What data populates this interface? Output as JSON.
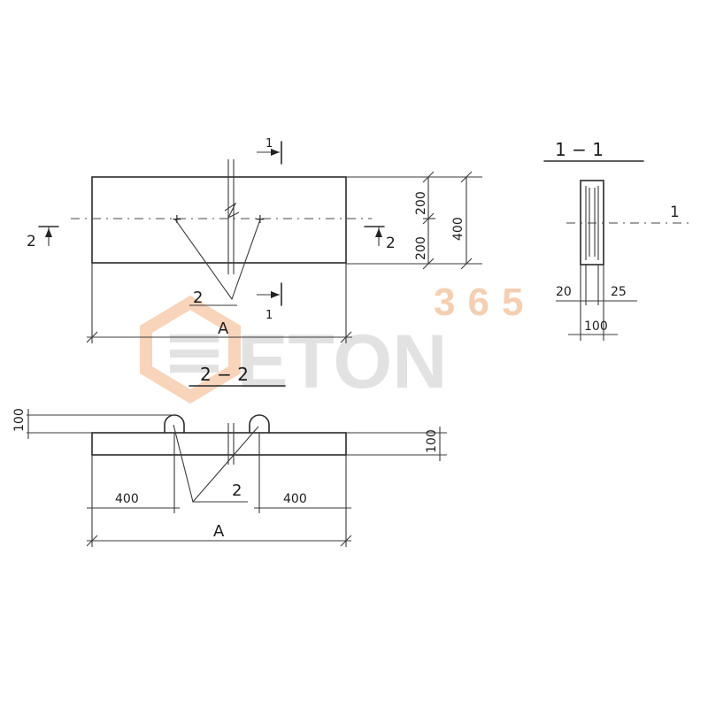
{
  "watermark": {
    "brand_number": "365",
    "brand_word": "ETON",
    "number_color": "#f2c4a0",
    "word_color": "#d6d6d6",
    "hex_color": "#f6c6a4"
  },
  "plan_view": {
    "section_marker_top": "1",
    "section_marker_bottom": "1",
    "section_marker_left": "2",
    "section_marker_right": "2",
    "dim_upper": "200",
    "dim_lower": "200",
    "dim_total": "400",
    "leader_label": "2",
    "length_label": "A"
  },
  "section_1_1": {
    "title": "1 − 1",
    "leader_label": "1",
    "dim_left": "20",
    "dim_right": "25",
    "dim_width": "100"
  },
  "section_2_2": {
    "title": "2 − 2",
    "dim_loop_height": "100",
    "dim_thickness": "100",
    "dim_left_offset": "400",
    "dim_right_offset": "400",
    "leader_label": "2",
    "length_label": "A"
  }
}
